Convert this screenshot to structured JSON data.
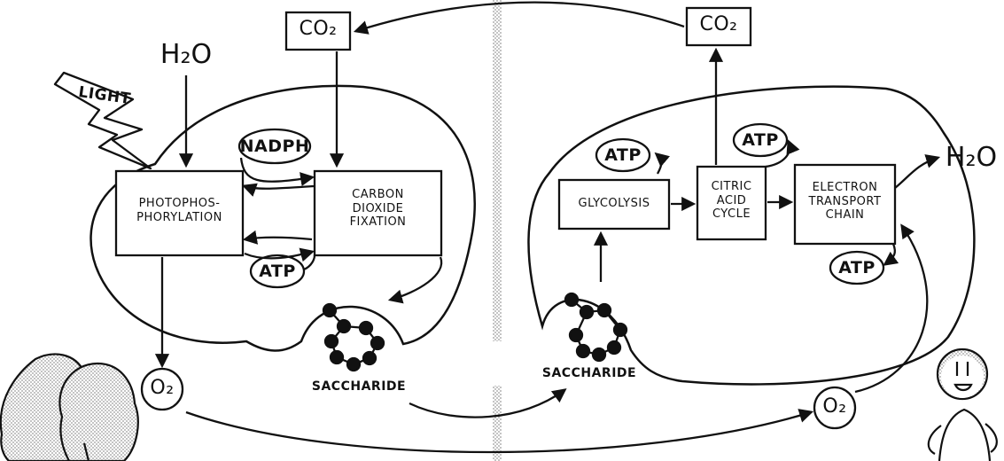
{
  "colors": {
    "ink": "#111111",
    "paper": "#ffffff",
    "dot_screen": "#b8b8b8"
  },
  "icons": [
    "lightning-bolt-icon",
    "tree-icon",
    "person-icon",
    "saccharide-molecule-icon"
  ],
  "photosynthesis": {
    "light": "LIGHT",
    "water": "H₂O",
    "co2": "CO₂",
    "o2": "O₂",
    "nadph": "NADPH",
    "atp": "ATP",
    "photophosphorylation": "PHOTOPHOS-\nPHORYLATION",
    "carbon_fixation": "CARBON\nDIOXIDE\nFIXATION",
    "saccharide": "SACCHARIDE"
  },
  "respiration": {
    "co2": "CO₂",
    "water": "H₂O",
    "o2": "O₂",
    "atp_glycolysis": "ATP",
    "atp_citric": "ATP",
    "atp_electron": "ATP",
    "glycolysis": "GLYCOLYSIS",
    "citric_acid_cycle": "CITRIC\nACID\nCYCLE",
    "electron_transport_chain": "ELECTRON\nTRANSPORT\nCHAIN",
    "saccharide": "SACCHARIDE"
  }
}
